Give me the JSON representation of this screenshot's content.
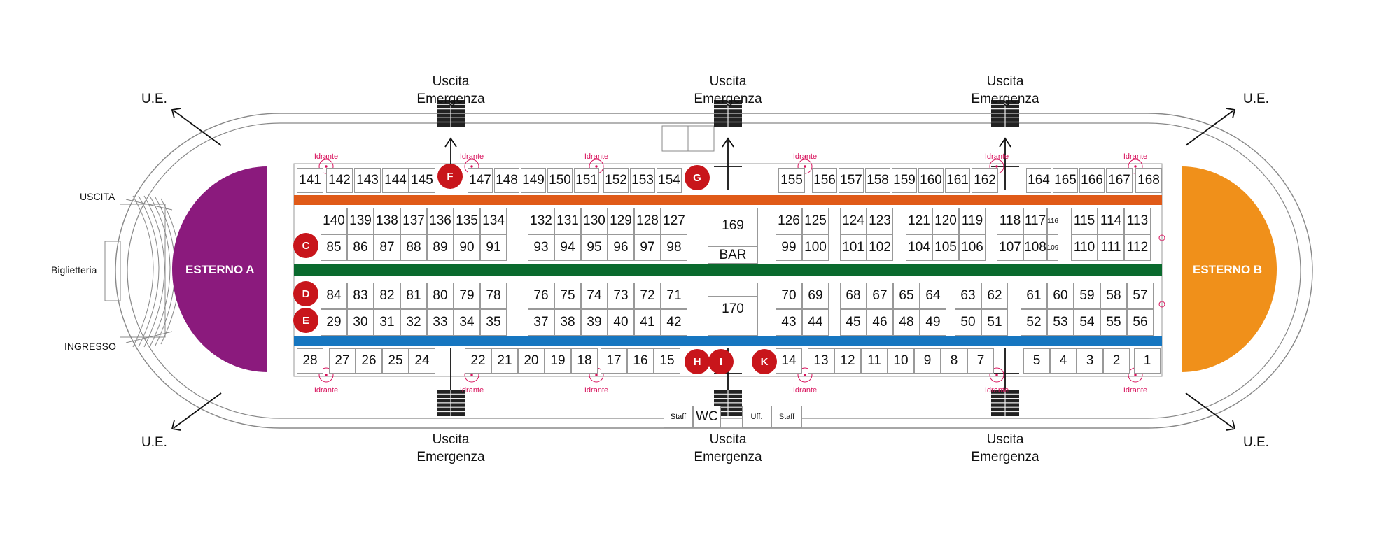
{
  "zones": {
    "west": {
      "label": "ESTERNO A",
      "color": "#8b1a7d"
    },
    "east": {
      "label": "ESTERNO B",
      "color": "#f0901a"
    }
  },
  "aisles": [
    {
      "color": "#e05a18"
    },
    {
      "color": "#0a6a2e"
    },
    {
      "color": "#1676c0"
    }
  ],
  "labels": {
    "emergency_exit": "Uscita\nEmergenza",
    "ue": "U.E.",
    "uscita": "USCITA",
    "biglietteria": "Biglietteria",
    "ingresso": "INGRESSO",
    "idrante": "Idrante",
    "bar_number": "169",
    "bar": "BAR",
    "booth_170": "170",
    "staff": "Staff",
    "wc": "WC",
    "uff": "Uff."
  },
  "markers": [
    "F",
    "G",
    "C",
    "D",
    "E",
    "H",
    "I",
    "K"
  ],
  "booths": {
    "top_row": [
      "141",
      "142",
      "143",
      "144",
      "145",
      "147",
      "148",
      "149",
      "150",
      "151",
      "152",
      "153",
      "154",
      "155",
      "156",
      "157",
      "158",
      "159",
      "160",
      "161",
      "162",
      "164",
      "165",
      "166",
      "167",
      "168"
    ],
    "row_upper_a": [
      "140",
      "139",
      "138",
      "137",
      "136",
      "135",
      "134",
      "132",
      "131",
      "130",
      "129",
      "128",
      "127",
      "126",
      "125",
      "124",
      "123",
      "121",
      "120",
      "119",
      "118",
      "117",
      "116",
      "115",
      "114",
      "113"
    ],
    "row_upper_b": [
      "85",
      "86",
      "87",
      "88",
      "89",
      "90",
      "91",
      "93",
      "94",
      "95",
      "96",
      "97",
      "98",
      "99",
      "100",
      "101",
      "102",
      "104",
      "105",
      "106",
      "107",
      "108",
      "109",
      "110",
      "111",
      "112"
    ],
    "row_lower_a": [
      "84",
      "83",
      "82",
      "81",
      "80",
      "79",
      "78",
      "76",
      "75",
      "74",
      "73",
      "72",
      "71",
      "70",
      "69",
      "68",
      "67",
      "65",
      "64",
      "63",
      "62",
      "61",
      "60",
      "59",
      "58",
      "57"
    ],
    "row_lower_b": [
      "29",
      "30",
      "31",
      "32",
      "33",
      "34",
      "35",
      "37",
      "38",
      "39",
      "40",
      "41",
      "42",
      "43",
      "44",
      "45",
      "46",
      "48",
      "49",
      "50",
      "51",
      "52",
      "53",
      "54",
      "55",
      "56"
    ],
    "bottom_row": [
      "28",
      "27",
      "26",
      "25",
      "24",
      "22",
      "21",
      "20",
      "19",
      "18",
      "17",
      "16",
      "15",
      "14",
      "13",
      "12",
      "11",
      "10",
      "9",
      "8",
      "7",
      "5",
      "4",
      "3",
      "2",
      "1"
    ]
  }
}
